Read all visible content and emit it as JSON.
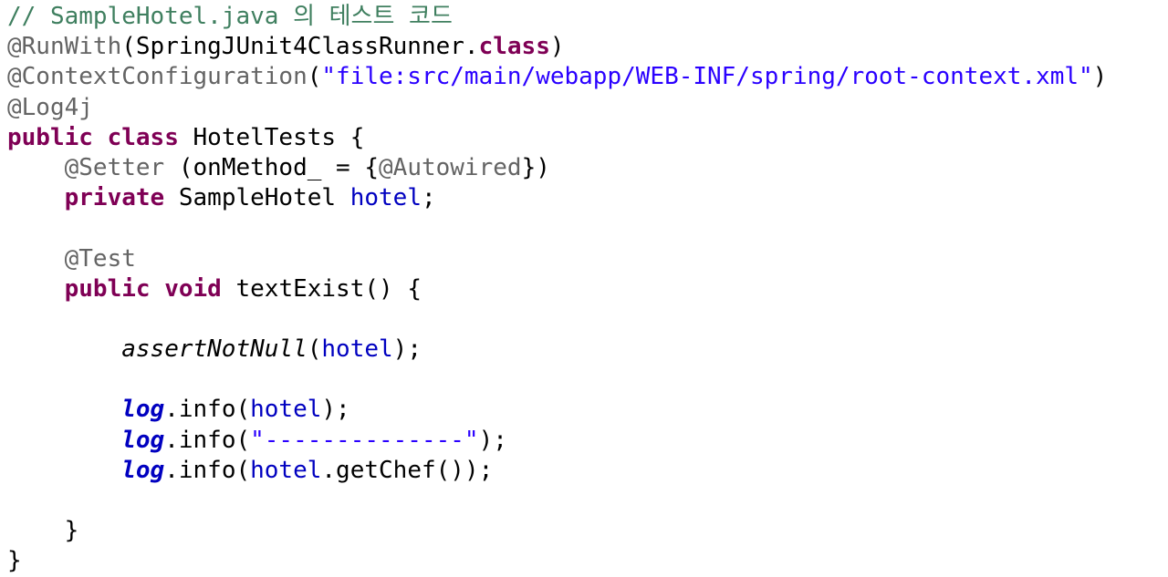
{
  "code_editor": {
    "language": "java",
    "colors": {
      "comment": "#3f7f5f",
      "annotation": "#646464",
      "keyword": "#7f0055",
      "string": "#2a00ff",
      "field": "#0000c0",
      "text": "#000000"
    },
    "lines": [
      [
        {
          "t": "// SampleHotel.java 의 테스트 코드",
          "k": "comment"
        }
      ],
      [
        {
          "t": "@RunWith",
          "k": "annotation"
        },
        {
          "t": "(SpringJUnit4ClassRunner.",
          "k": "plain"
        },
        {
          "t": "class",
          "k": "keyword"
        },
        {
          "t": ")",
          "k": "plain"
        }
      ],
      [
        {
          "t": "@ContextConfiguration",
          "k": "annotation"
        },
        {
          "t": "(",
          "k": "plain"
        },
        {
          "t": "\"file:src/main/webapp/WEB-INF/spring/root-context.xml\"",
          "k": "string"
        },
        {
          "t": ")",
          "k": "plain"
        }
      ],
      [
        {
          "t": "@Log4j",
          "k": "annotation"
        }
      ],
      [
        {
          "t": "public",
          "k": "keyword"
        },
        {
          "t": " ",
          "k": "plain"
        },
        {
          "t": "class",
          "k": "keyword"
        },
        {
          "t": " HotelTests {",
          "k": "plain"
        }
      ],
      [
        {
          "t": "    ",
          "k": "plain"
        },
        {
          "t": "@Setter",
          "k": "annotation"
        },
        {
          "t": " (onMethod_ = {",
          "k": "plain"
        },
        {
          "t": "@Autowired",
          "k": "annotation"
        },
        {
          "t": "})",
          "k": "plain"
        }
      ],
      [
        {
          "t": "    ",
          "k": "plain"
        },
        {
          "t": "private",
          "k": "keyword"
        },
        {
          "t": " SampleHotel ",
          "k": "plain"
        },
        {
          "t": "hotel",
          "k": "field"
        },
        {
          "t": ";",
          "k": "plain"
        }
      ],
      [],
      [
        {
          "t": "    ",
          "k": "plain"
        },
        {
          "t": "@Test",
          "k": "annotation"
        }
      ],
      [
        {
          "t": "    ",
          "k": "plain"
        },
        {
          "t": "public",
          "k": "keyword"
        },
        {
          "t": " ",
          "k": "plain"
        },
        {
          "t": "void",
          "k": "keyword"
        },
        {
          "t": " textExist() {",
          "k": "plain"
        }
      ],
      [],
      [
        {
          "t": "        ",
          "k": "plain"
        },
        {
          "t": "assertNotNull",
          "k": "static-method"
        },
        {
          "t": "(",
          "k": "plain"
        },
        {
          "t": "hotel",
          "k": "field"
        },
        {
          "t": ");",
          "k": "plain"
        }
      ],
      [],
      [
        {
          "t": "        ",
          "k": "plain"
        },
        {
          "t": "log",
          "k": "static-field"
        },
        {
          "t": ".info(",
          "k": "plain"
        },
        {
          "t": "hotel",
          "k": "field"
        },
        {
          "t": ");",
          "k": "plain"
        }
      ],
      [
        {
          "t": "        ",
          "k": "plain"
        },
        {
          "t": "log",
          "k": "static-field"
        },
        {
          "t": ".info(",
          "k": "plain"
        },
        {
          "t": "\"--------------\"",
          "k": "string"
        },
        {
          "t": ");",
          "k": "plain"
        }
      ],
      [
        {
          "t": "        ",
          "k": "plain"
        },
        {
          "t": "log",
          "k": "static-field"
        },
        {
          "t": ".info(",
          "k": "plain"
        },
        {
          "t": "hotel",
          "k": "field"
        },
        {
          "t": ".getChef());",
          "k": "plain"
        }
      ],
      [],
      [
        {
          "t": "    }",
          "k": "plain"
        }
      ],
      [
        {
          "t": "}",
          "k": "plain"
        }
      ]
    ]
  }
}
